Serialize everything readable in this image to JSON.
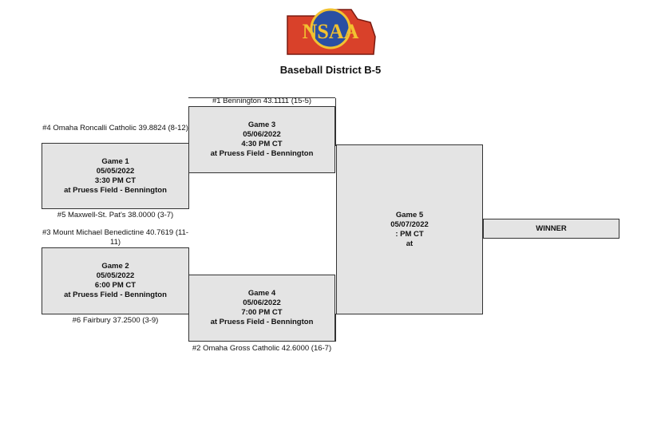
{
  "header": {
    "title": "Baseball District B-5",
    "logo_text": "NSAA"
  },
  "teams": {
    "seed4": "#4 Omaha Roncalli Catholic 39.8824 (8-12)",
    "seed5": "#5 Maxwell-St. Pat's 38.0000 (3-7)",
    "seed3": "#3 Mount Michael Benedictine 40.7619 (11-11)",
    "seed6": "#6 Fairbury 37.2500 (3-9)",
    "seed1": "#1 Bennington 43.1111 (15-5)",
    "seed2": "#2 Omaha Gross Catholic 42.6000 (16-7)"
  },
  "games": {
    "g1": {
      "name": "Game 1",
      "date": "05/05/2022",
      "time": "3:30 PM CT",
      "site": "at Pruess Field - Bennington"
    },
    "g2": {
      "name": "Game 2",
      "date": "05/05/2022",
      "time": "6:00 PM CT",
      "site": "at Pruess Field - Bennington"
    },
    "g3": {
      "name": "Game 3",
      "date": "05/06/2022",
      "time": "4:30 PM CT",
      "site": "at Pruess Field - Bennington"
    },
    "g4": {
      "name": "Game 4",
      "date": "05/06/2022",
      "time": "7:00 PM CT",
      "site": "at Pruess Field - Bennington"
    },
    "g5": {
      "name": "Game 5",
      "date": "05/07/2022",
      "time": ": PM CT",
      "site": "at"
    }
  },
  "winner": {
    "label": "WINNER"
  },
  "colors": {
    "box_fill": "#e4e4e4",
    "logo_red": "#d9412a",
    "logo_blue": "#2a4fa3",
    "logo_gold": "#f2c230"
  }
}
